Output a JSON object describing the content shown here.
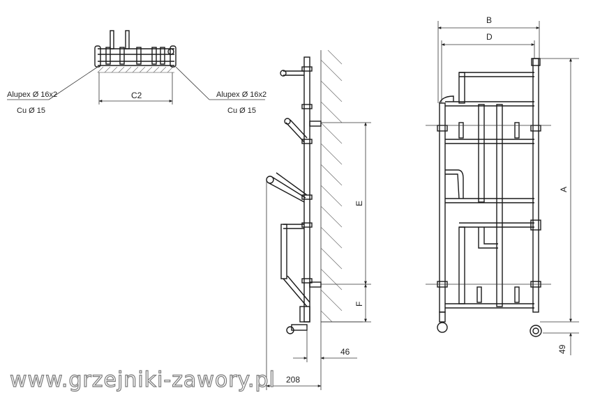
{
  "top_view": {
    "label_left_line1": "Alupex Ø 16x2",
    "label_left_line2": "Cu Ø 15",
    "label_right_line1": "Alupex Ø 16x2",
    "label_right_line2": "Cu Ø 15",
    "dim_c2": "C2"
  },
  "side_view": {
    "dim_e": "E",
    "dim_f": "F",
    "dim_46": "46",
    "dim_208": "208"
  },
  "front_view": {
    "dim_b": "B",
    "dim_d": "D",
    "dim_a": "A",
    "dim_49": "49"
  },
  "watermark": "www.grzejniki-zawory.pl"
}
